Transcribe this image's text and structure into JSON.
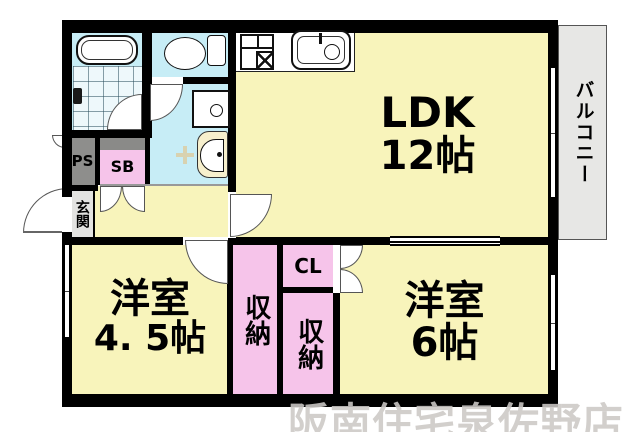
{
  "plan": {
    "rooms": {
      "ldk": {
        "name": "LDK",
        "size": "12帖"
      },
      "bedroom_small": {
        "name": "洋室",
        "size": "4. 5帖"
      },
      "bedroom_large": {
        "name": "洋室",
        "size": "6帖"
      }
    },
    "areas": {
      "balcony": "バルコニー",
      "entrance": "玄関",
      "storage_left": "収納",
      "storage_right": "収納",
      "closet": "CL",
      "pipe_space": "PS",
      "shoe_box": "SB"
    },
    "fixtures": {
      "bathtub": "bathtub-icon",
      "shower": "shower-faucet-icon",
      "toilet": "toilet-icon",
      "washing_machine": "washing-machine-pan-icon",
      "washbasin": "washbasin-icon",
      "floor_marker": "cross-marker-icon",
      "stove": "gas-stove-icon",
      "sink": "kitchen-sink-icon"
    },
    "watermark": "阪南住宅泉佐野店",
    "colors": {
      "room_yellow": "#F8F4BB",
      "wet_area_cyan": "#C7EDF6",
      "storage_pink": "#F6C4EA",
      "service_gray": "#8E8E8C",
      "balcony_gray": "#E7E7E5",
      "entrance_gray": "#E3E3E1",
      "wall_black": "#000000",
      "watermark_gray": "#CCC9C6"
    }
  }
}
